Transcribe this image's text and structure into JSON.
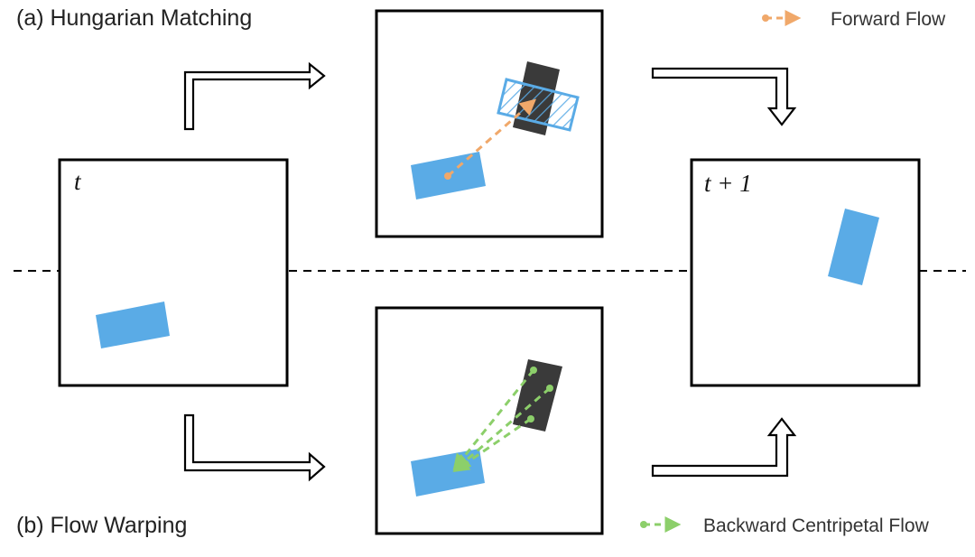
{
  "captions": {
    "top": "(a) Hungarian Matching",
    "bottom": "(b) Flow Warping"
  },
  "legend": {
    "forward": "Forward Flow",
    "backward": "Backward Centripetal Flow"
  },
  "frames": {
    "t": "t",
    "t_plus_1": "t + 1"
  },
  "colors": {
    "object_blue": "#5aabe6",
    "object_dark": "#3a3a3a",
    "forward_flow": "#f0a86a",
    "backward_flow": "#8ccf6a",
    "frame_border": "#000000"
  }
}
